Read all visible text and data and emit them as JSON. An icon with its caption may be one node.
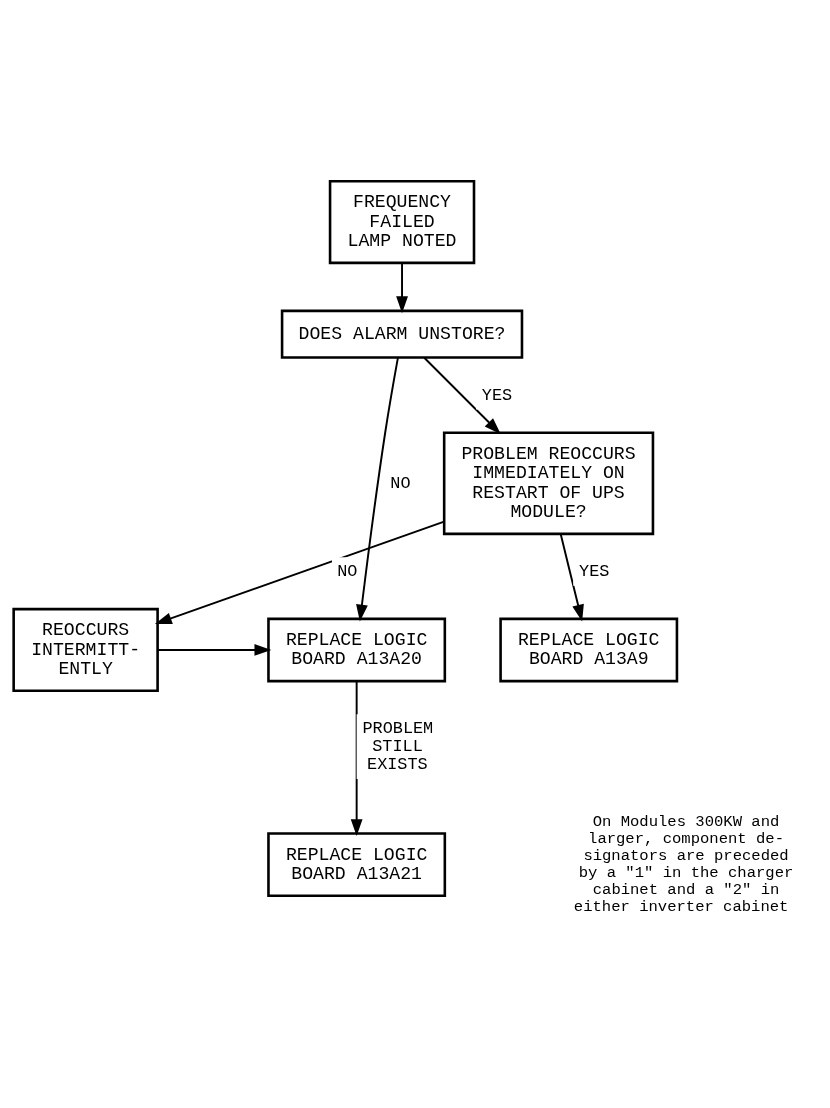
{
  "diagram": {
    "nodes": [
      {
        "text": [
          "FREQUENCY FAILED LAMP NOTED"
        ]
      },
      {
        "text": [
          "DOES ALARM UNSTORE?"
        ]
      },
      {
        "text": [
          "PROBLEM REOCCURS IMMEDIATELY ON RESTART OF UPS MODULE?"
        ]
      },
      {
        "text": [
          "REPLACE LOGIC BOARD A13A20"
        ]
      },
      {
        "text": [
          "REOCCURS INTERMITT- ENTLY"
        ]
      },
      {
        "text": [
          "REPLACE LOGIC BOARD A13A9"
        ]
      },
      {
        "text": [
          "REPLACE LOGIC BOARD A13A21"
        ]
      }
    ],
    "edges": [
      {
        "from": 0,
        "to": 1,
        "arrow": "to"
      },
      {
        "from": 1,
        "to": 3,
        "arrow": "to",
        "label": "NO"
      },
      {
        "from": 1,
        "to": 2,
        "arrow": "to",
        "label": "YES"
      },
      {
        "from": 2,
        "to": 4,
        "arrow": "to",
        "label": "NO"
      },
      {
        "from": 2,
        "to": 5,
        "arrow": "to",
        "label": "YES"
      },
      {
        "from": 4,
        "to": 3,
        "arrow": "to"
      },
      {
        "from": 3,
        "to": 6,
        "arrow": "to",
        "label": "PROBLEM STILL EXISTS"
      }
    ],
    "labels": [
      "On Modules 300KW and larger, component de- signators are preceded by a \"1\" in the charger cabinet and a \"2\" in either inverter cabinet"
    ]
  }
}
